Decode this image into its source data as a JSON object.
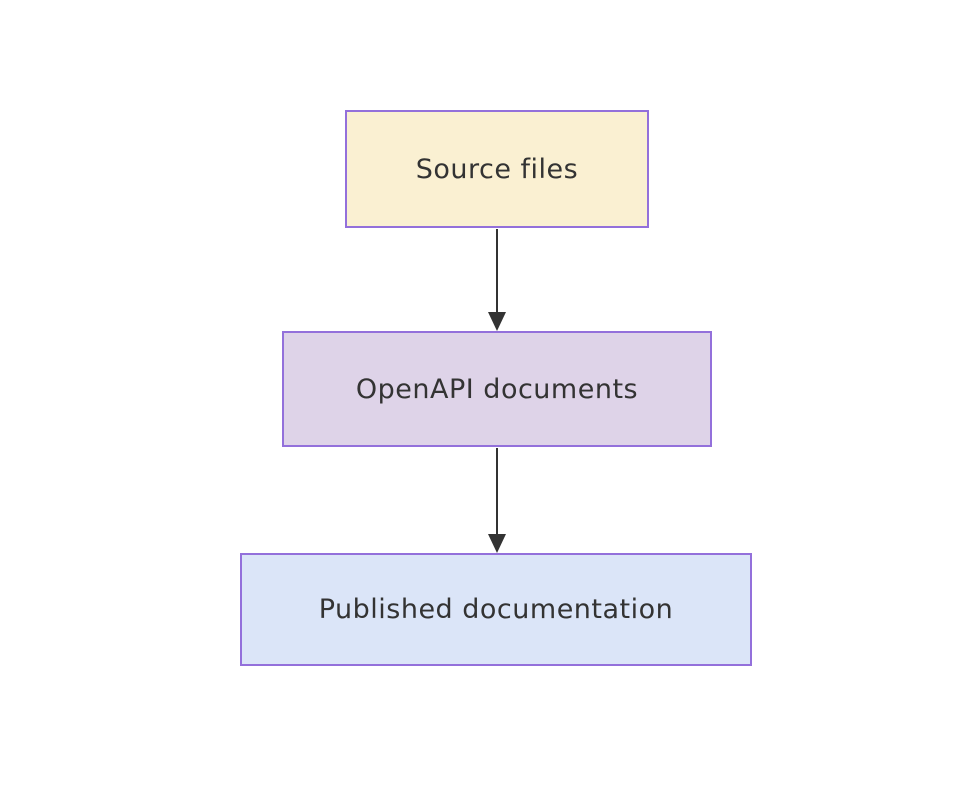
{
  "diagram": {
    "type": "flowchart",
    "direction": "top-down",
    "nodes": [
      {
        "id": "source-files",
        "label": "Source files",
        "fill": "#faf0d2",
        "border": "#9370db"
      },
      {
        "id": "openapi-documents",
        "label": "OpenAPI documents",
        "fill": "#ded3e8",
        "border": "#9370db"
      },
      {
        "id": "published-documentation",
        "label": "Published documentation",
        "fill": "#dbe5f8",
        "border": "#9370db"
      }
    ],
    "edges": [
      {
        "from": "source-files",
        "to": "openapi-documents",
        "style": "arrow"
      },
      {
        "from": "openapi-documents",
        "to": "published-documentation",
        "style": "arrow"
      }
    ],
    "colors": {
      "edge": "#333333",
      "text": "#333333",
      "background": "#ffffff"
    }
  }
}
